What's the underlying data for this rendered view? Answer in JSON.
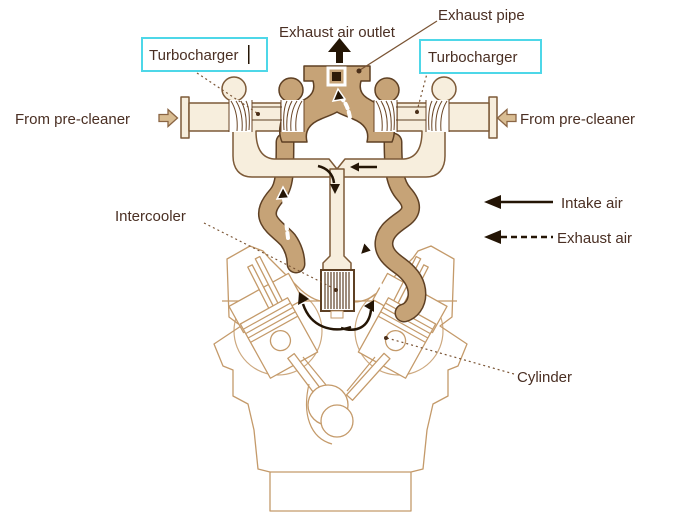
{
  "labels": {
    "exhaust_pipe": "Exhaust pipe",
    "exhaust_air_outlet": "Exhaust air outlet",
    "turbocharger_left": "Turbocharger",
    "turbocharger_right": "Turbocharger",
    "from_pre_cleaner_left": "From pre-cleaner",
    "from_pre_cleaner_right": "From pre-cleaner",
    "intercooler": "Intercooler",
    "cylinder": "Cylinder"
  },
  "legend": {
    "intake_air": "Intake air",
    "exhaust_air": "Exhaust air"
  },
  "colors": {
    "intake_pipe_fill": "#f7eedd",
    "exhaust_pipe_fill": "#c6a377",
    "dark_outline": "#5e4024",
    "engine_outline": "#c49a6a",
    "label_text": "#4a2f23",
    "annotation_box_border": "#4ed7e8",
    "flow_arrow": "#241505"
  }
}
